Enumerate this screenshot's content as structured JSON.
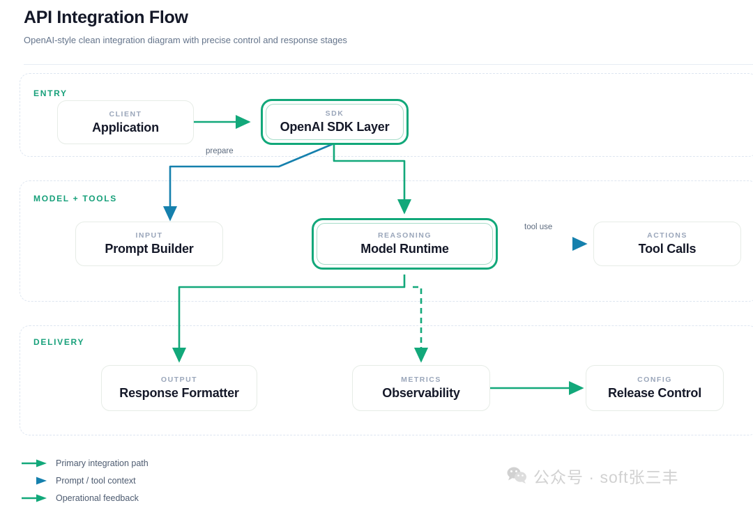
{
  "header": {
    "title": "API Integration Flow",
    "subtitle": "OpenAI-style clean integration diagram with precise control and response stages"
  },
  "groups": [
    {
      "id": "entry",
      "label": "ENTRY"
    },
    {
      "id": "model",
      "label": "MODEL + TOOLS"
    },
    {
      "id": "delivery",
      "label": "DELIVERY"
    }
  ],
  "nodes": [
    {
      "id": "application",
      "kicker": "CLIENT",
      "title": "Application",
      "group": "entry",
      "highlight": false
    },
    {
      "id": "openai-sdk-layer",
      "kicker": "SDK",
      "title": "OpenAI SDK Layer",
      "group": "entry",
      "highlight": true
    },
    {
      "id": "prompt-builder",
      "kicker": "INPUT",
      "title": "Prompt Builder",
      "group": "model",
      "highlight": false
    },
    {
      "id": "model-runtime",
      "kicker": "REASONING",
      "title": "Model Runtime",
      "group": "model",
      "highlight": true
    },
    {
      "id": "tool-calls",
      "kicker": "ACTIONS",
      "title": "Tool Calls",
      "group": "model",
      "highlight": false
    },
    {
      "id": "response-formatter",
      "kicker": "OUTPUT",
      "title": "Response Formatter",
      "group": "delivery",
      "highlight": false
    },
    {
      "id": "observability",
      "kicker": "METRICS",
      "title": "Observability",
      "group": "delivery",
      "highlight": false
    },
    {
      "id": "release-control",
      "kicker": "CONFIG",
      "title": "Release Control",
      "group": "delivery",
      "highlight": false
    }
  ],
  "edges": [
    {
      "id": "application-to-sdk",
      "from": "application",
      "to": "openai-sdk-layer",
      "label": "",
      "style": "solid",
      "color": "#12a87a"
    },
    {
      "id": "sdk-to-prompt-builder",
      "from": "openai-sdk-layer",
      "to": "prompt-builder",
      "label": "prepare",
      "style": "solid",
      "color": "#1580ad"
    },
    {
      "id": "sdk-to-model-runtime",
      "from": "openai-sdk-layer",
      "to": "model-runtime",
      "label": "",
      "style": "solid",
      "color": "#12a87a"
    },
    {
      "id": "model-runtime-to-tool-calls",
      "from": "model-runtime",
      "to": "tool-calls",
      "label": "tool use",
      "style": "solid",
      "color": "#1580ad"
    },
    {
      "id": "model-runtime-to-response-formatter",
      "from": "model-runtime",
      "to": "response-formatter",
      "label": "",
      "style": "solid",
      "color": "#12a87a"
    },
    {
      "id": "model-runtime-to-observability",
      "from": "model-runtime",
      "to": "observability",
      "label": "",
      "style": "dashed",
      "color": "#12a87a"
    },
    {
      "id": "observability-to-release-control",
      "from": "observability",
      "to": "release-control",
      "label": "",
      "style": "solid",
      "color": "#12a87a"
    }
  ],
  "edge_labels": {
    "prepare": "prepare",
    "tool_use": "tool use"
  },
  "legend": [
    {
      "id": "primary-integration-path",
      "label": "Primary integration path",
      "color": "#12a87a"
    },
    {
      "id": "prompt-tool-context",
      "label": "Prompt / tool context",
      "color": "#1580ad"
    },
    {
      "id": "operational-feedback",
      "label": "Operational feedback",
      "color": "#12a87a"
    }
  ],
  "watermark": {
    "text": "公众号 · soft张三丰"
  },
  "colors": {
    "accent_green": "#12a87a",
    "accent_blue": "#1580ad",
    "title_dark": "#141828",
    "kicker_gray": "#9aa6ba",
    "group_border": "#dde5f0"
  }
}
